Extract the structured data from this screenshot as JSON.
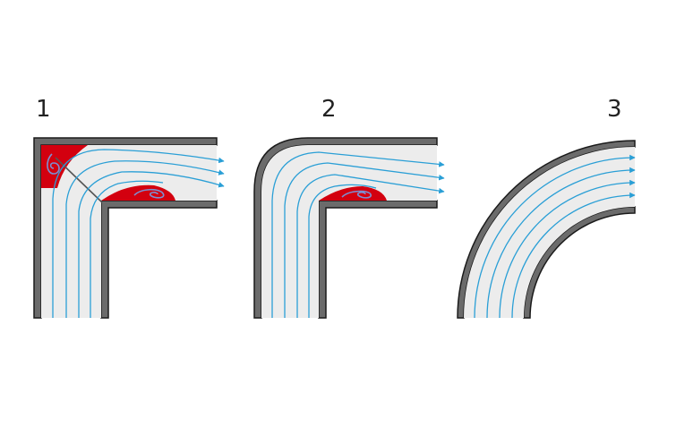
{
  "diagrams": [
    {
      "label": "1",
      "corner": "sharp"
    },
    {
      "label": "2",
      "corner": "inner-sharp-outer-round"
    },
    {
      "label": "3",
      "corner": "smooth-bend"
    }
  ],
  "colors": {
    "wall": "#6b6b6b",
    "wall_outline": "#1a1a1a",
    "fluid": "#ececec",
    "streamline": "#2a9fd6",
    "arrow": "#2a9fd6",
    "vortex_region": "#d3000f",
    "vortex_swirl": "#7d8fd0"
  }
}
